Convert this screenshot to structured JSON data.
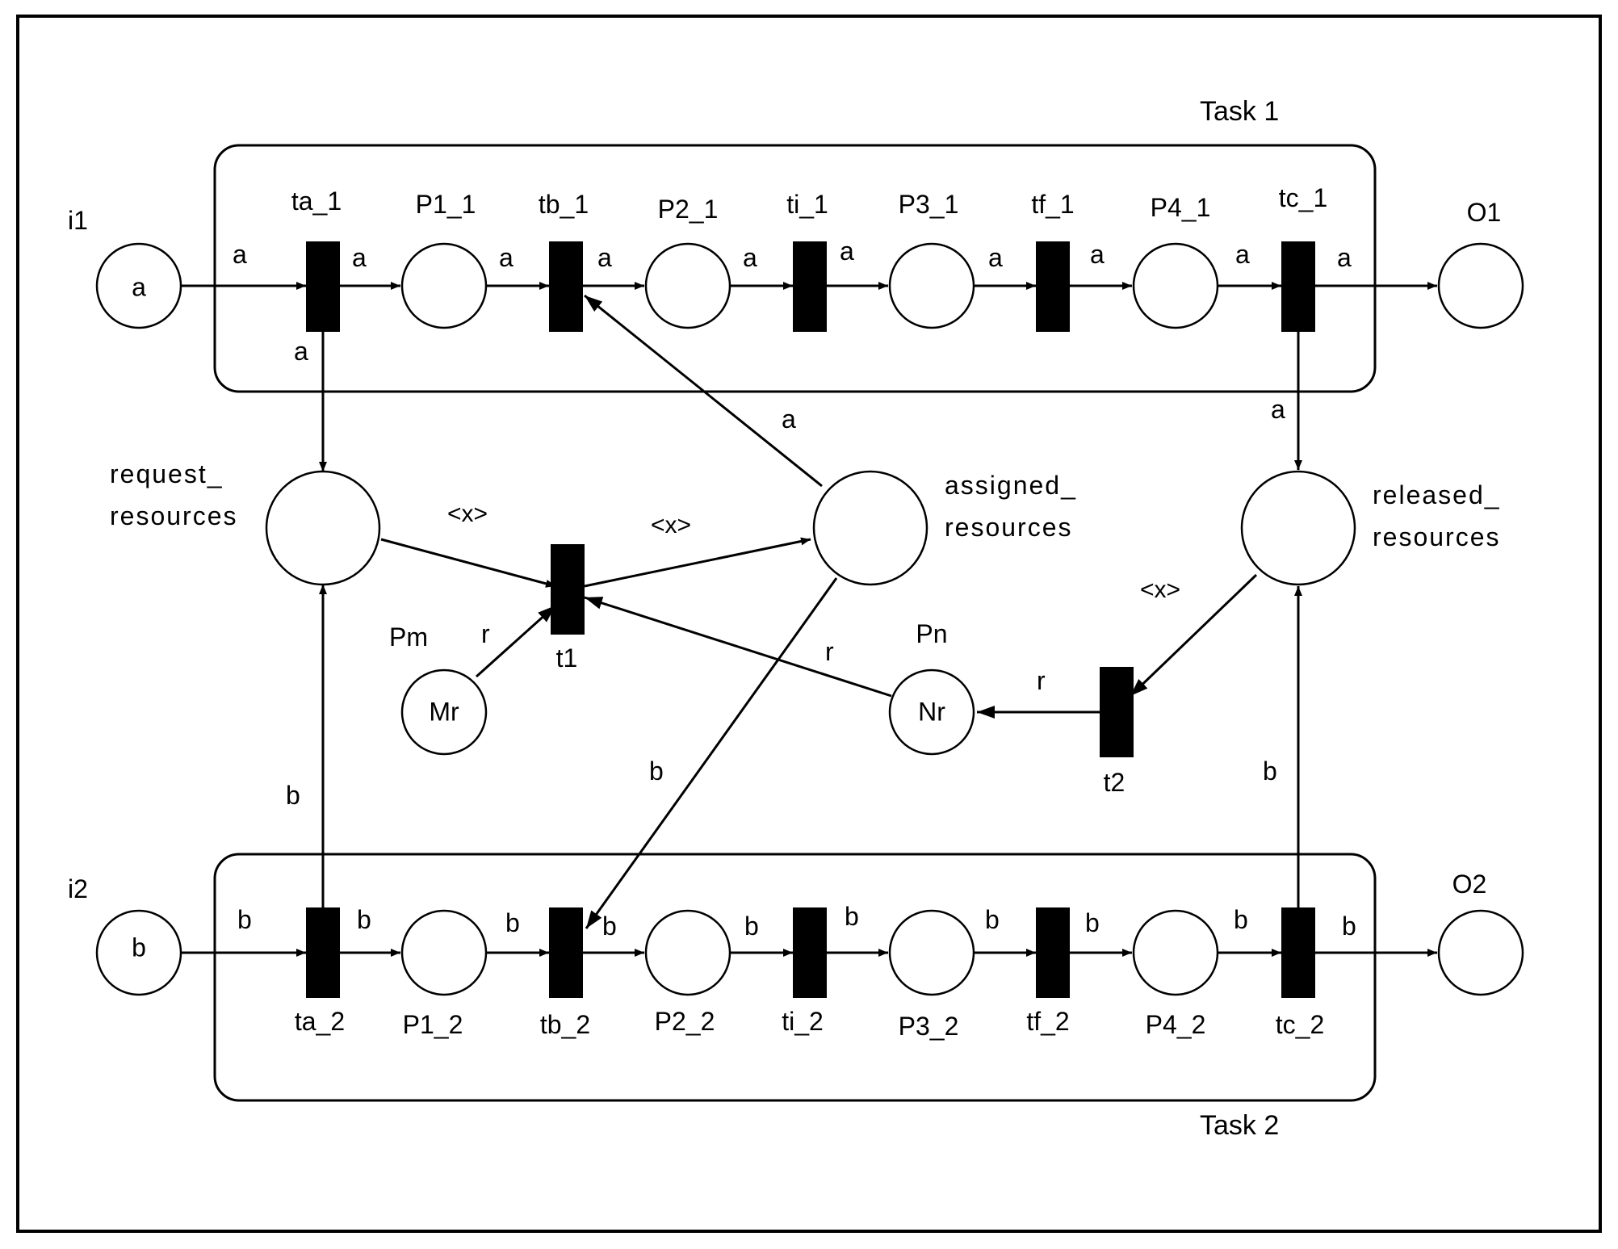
{
  "tasks": [
    {
      "label": "Task 1"
    },
    {
      "label": "Task 2"
    }
  ],
  "places": {
    "i1": {
      "label": "i1",
      "token": "a"
    },
    "i2": {
      "label": "i2",
      "token": "b"
    },
    "p1_1": {
      "label": "P1_1"
    },
    "p2_1": {
      "label": "P2_1"
    },
    "p3_1": {
      "label": "P3_1"
    },
    "p4_1": {
      "label": "P4_1"
    },
    "o1": {
      "label": "O1"
    },
    "p1_2": {
      "label": "P1_2"
    },
    "p2_2": {
      "label": "P2_2"
    },
    "p3_2": {
      "label": "P3_2"
    },
    "p4_2": {
      "label": "P4_2"
    },
    "o2": {
      "label": "O2"
    },
    "request": {
      "label1": "request_",
      "label2": "resources"
    },
    "assigned": {
      "label1": "assigned_",
      "label2": "resources"
    },
    "released": {
      "label1": "released_",
      "label2": "resources"
    },
    "pm": {
      "label": "Pm",
      "token": "Mr"
    },
    "pn": {
      "label": "Pn",
      "token": "Nr"
    }
  },
  "transitions": {
    "ta_1": {
      "label": "ta_1"
    },
    "tb_1": {
      "label": "tb_1"
    },
    "ti_1": {
      "label": "ti_1"
    },
    "tf_1": {
      "label": "tf_1"
    },
    "tc_1": {
      "label": "tc_1"
    },
    "ta_2": {
      "label": "ta_2"
    },
    "tb_2": {
      "label": "tb_2"
    },
    "ti_2": {
      "label": "ti_2"
    },
    "tf_2": {
      "label": "tf_2"
    },
    "tc_2": {
      "label": "tc_2"
    },
    "t1": {
      "label": "t1"
    },
    "t2": {
      "label": "t2"
    }
  },
  "arc_labels": {
    "a": "a",
    "b": "b",
    "x": "<x>",
    "r": "r"
  }
}
